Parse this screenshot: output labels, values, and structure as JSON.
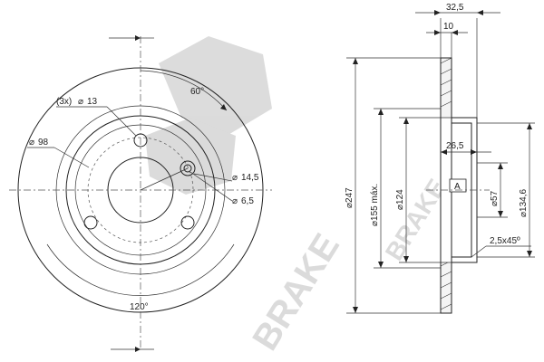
{
  "watermark": {
    "text": "BRAKE"
  },
  "front_view": {
    "bolt_holes": "(3x)",
    "bolt_hole_dia": "13",
    "bolt_circle": "98",
    "angle_top": "60°",
    "angle_bottom": "120°",
    "hole_dia_large": "14,5",
    "hole_dia_small": "6,5"
  },
  "side_view": {
    "total_width": "32,5",
    "disc_thickness": "10",
    "outer_dia": "247",
    "max_dia": "155 máx.",
    "inner_dia_124": "124",
    "hub_height": "26,5",
    "centre_bore": "57",
    "hub_dia": "134,6",
    "chamfer": "2,5x45º",
    "datum": "A"
  },
  "symbols": {
    "diameter": "⌀"
  }
}
